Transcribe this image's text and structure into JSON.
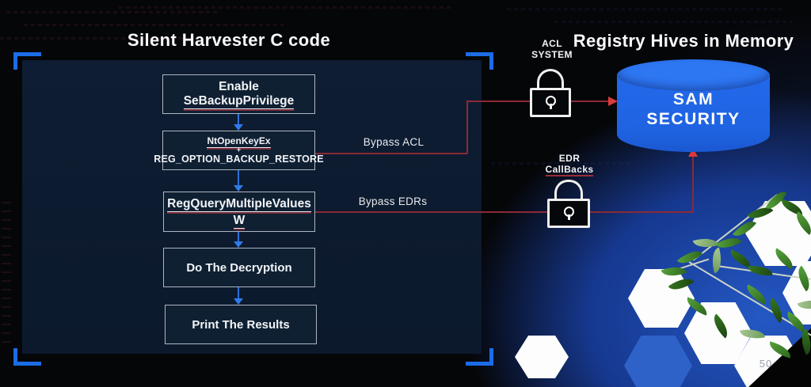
{
  "titles": {
    "left": "Silent Harvester C code",
    "right": "Registry Hives in Memory"
  },
  "flowchart": {
    "step1": {
      "prefix": "Enable ",
      "api": "SeBackupPrivilege"
    },
    "step2": {
      "line1": "NtOpenKeyEx",
      "line2": "+",
      "line3": "REG_OPTION_BACKUP_RESTORE"
    },
    "step3": {
      "line1": "RegQueryMultipleValues",
      "line2": "W"
    },
    "step4": {
      "label": "Do The Decryption"
    },
    "step5": {
      "label": "Print The Results"
    }
  },
  "connectors": {
    "bypass_acl": "Bypass ACL",
    "bypass_edrs": "Bypass EDRs"
  },
  "locks": {
    "acl": {
      "line1": "ACL",
      "line2": "SYSTEM"
    },
    "edr": {
      "line1": "EDR",
      "line2": "CallBacks"
    }
  },
  "database": {
    "line1": "SAM",
    "line2": "SECURITY"
  },
  "footer": {
    "page_number": "50"
  },
  "colors": {
    "accent_blue": "#1b6ce6",
    "cylinder_blue": "#2166e8",
    "connector_red": "#8b2a36",
    "arrow_red": "#d93a3a",
    "hexagon_white": "#fdfdfd"
  }
}
